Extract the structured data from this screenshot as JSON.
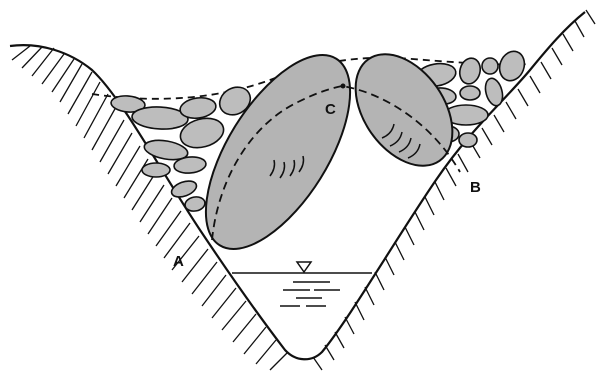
{
  "diagram": {
    "labels": {
      "point_a": "A",
      "point_b": "B",
      "point_c": "C"
    },
    "colors": {
      "line": "#111111",
      "boulder_fill": "#b4b4b4",
      "stone_fill": "#bdbdbd",
      "background": "#ffffff"
    }
  }
}
